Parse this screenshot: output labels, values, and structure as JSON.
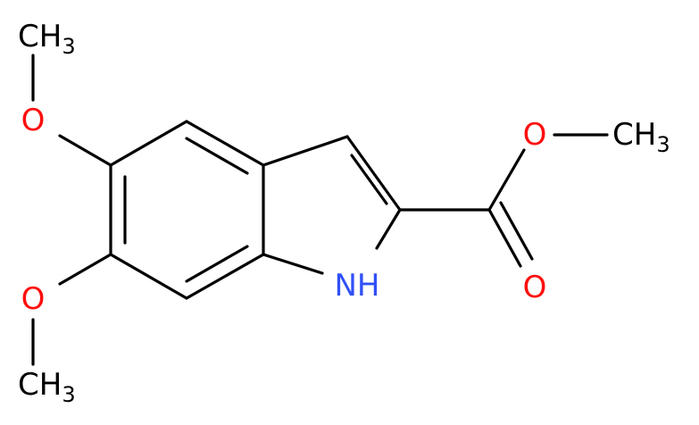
{
  "molecule": {
    "atoms": [
      {
        "id": "me_top",
        "label": "CH",
        "subscript": "3",
        "color": "#000000"
      },
      {
        "id": "o_top",
        "label": "O",
        "subscript": "",
        "color": "#ff0d0d"
      },
      {
        "id": "o_left_low",
        "label": "O",
        "subscript": "",
        "color": "#ff0d0d"
      },
      {
        "id": "me_bottom",
        "label": "CH",
        "subscript": "3",
        "color": "#000000"
      },
      {
        "id": "nh",
        "label": "NH",
        "subscript": "",
        "color": "#3050f8"
      },
      {
        "id": "o_ester",
        "label": "O",
        "subscript": "",
        "color": "#ff0d0d"
      },
      {
        "id": "me_ester",
        "label": "CH",
        "subscript": "3",
        "color": "#000000"
      },
      {
        "id": "o_carbonyl",
        "label": "O",
        "subscript": "",
        "color": "#ff0d0d"
      }
    ]
  }
}
